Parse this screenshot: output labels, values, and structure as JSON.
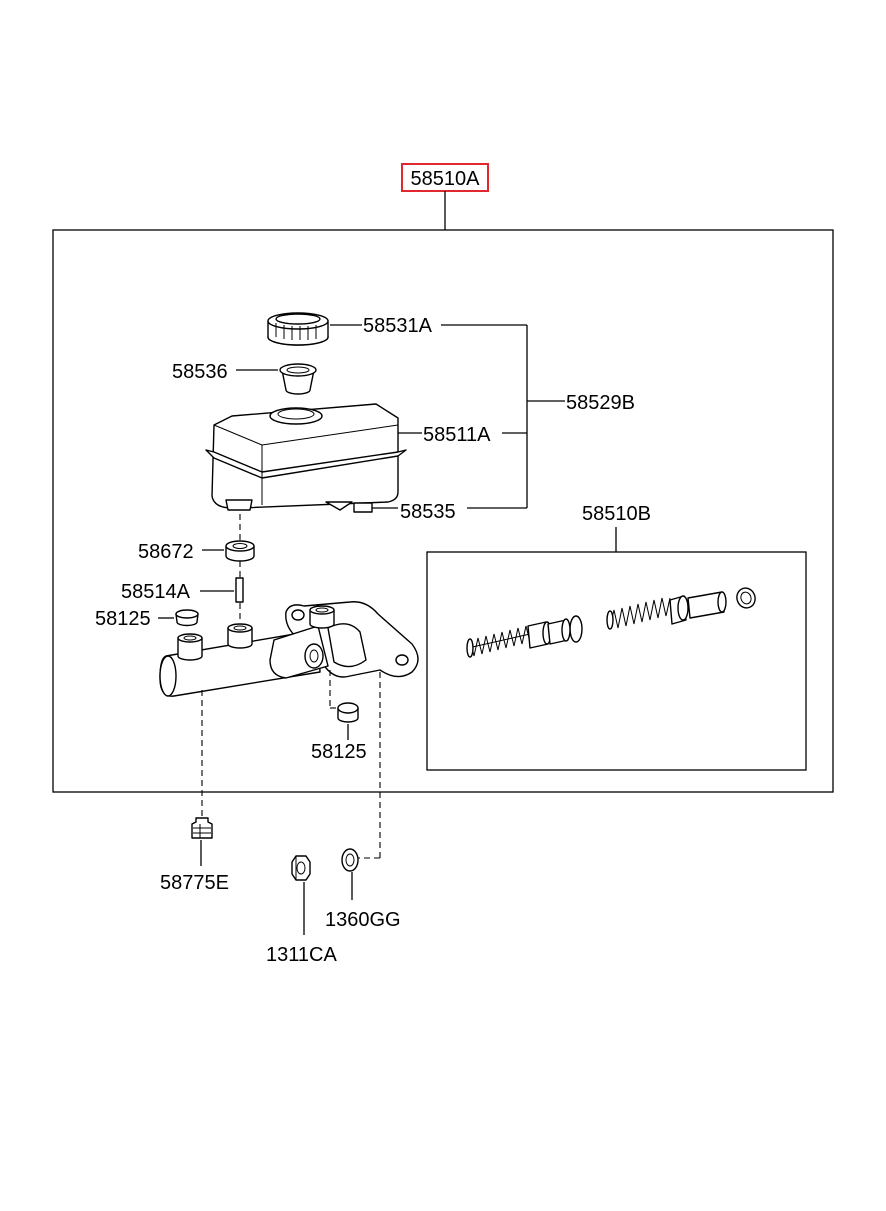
{
  "colors": {
    "highlight": "#e0282e",
    "line": "#000000",
    "background": "#ffffff"
  },
  "labels": {
    "assembly": "58510A",
    "cap": "58531A",
    "strainer": "58536",
    "reservoir": "58511A",
    "reservoir_kit": "58529B",
    "sensor": "58535",
    "piston_kit": "58510B",
    "grommet": "58672",
    "pin": "58514A",
    "plug_top": "58125",
    "plug_bottom": "58125",
    "bleeder": "58775E",
    "nut": "1311CA",
    "washer": "1360GG"
  }
}
